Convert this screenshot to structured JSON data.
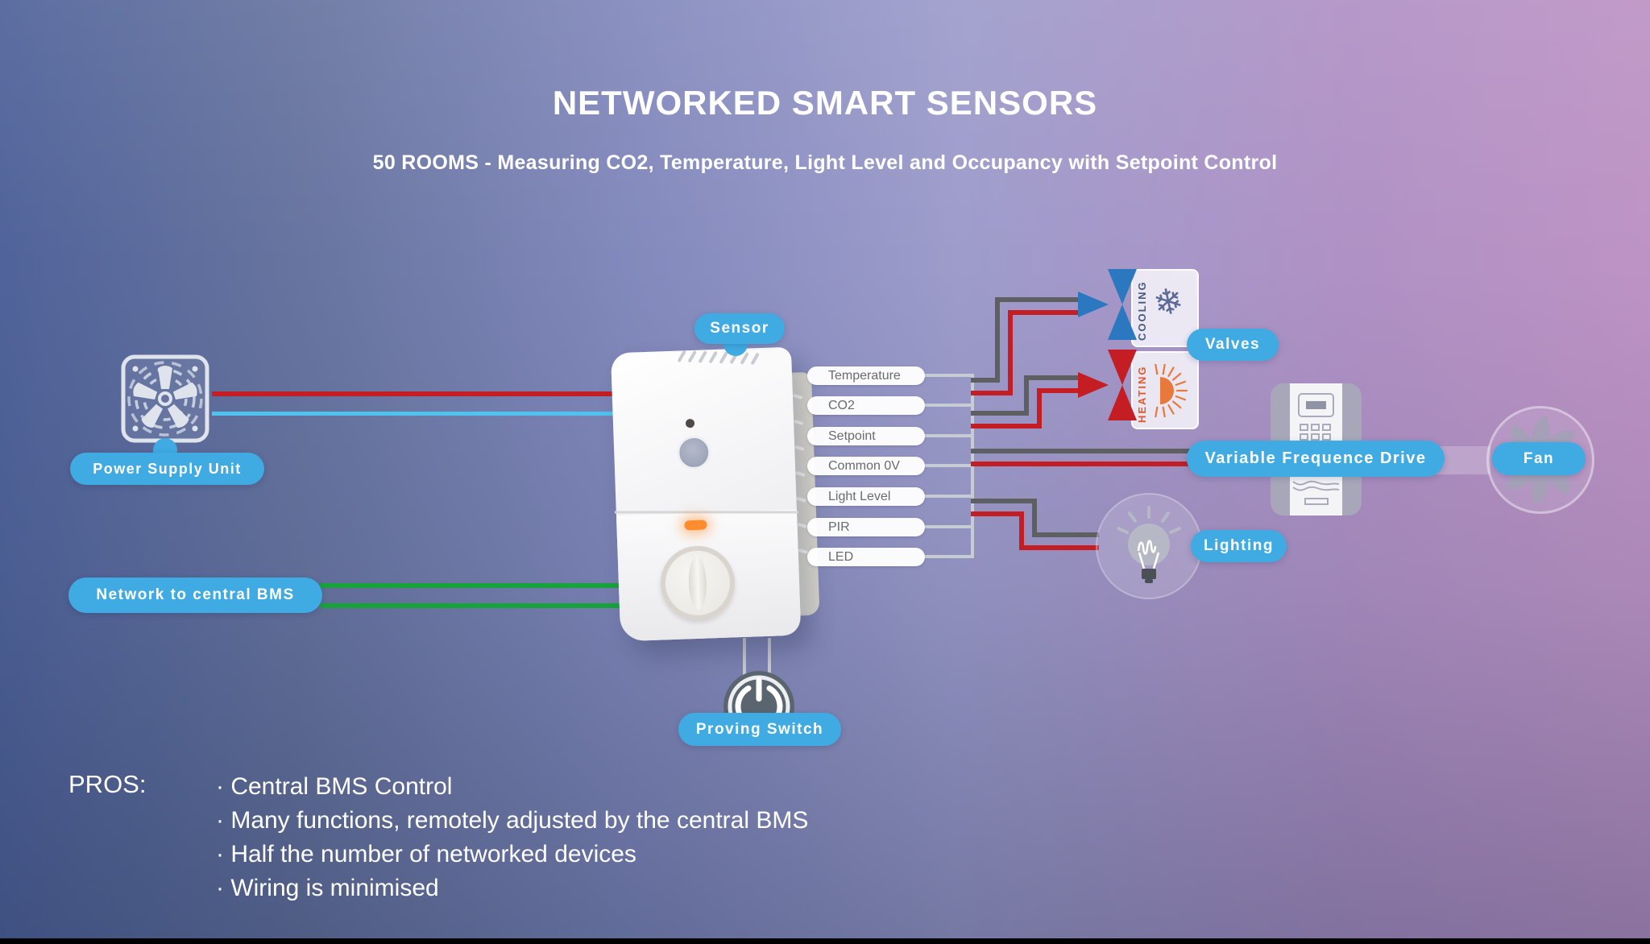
{
  "title": "NETWORKED SMART SENSORS",
  "subtitle": "50 ROOMS - Measuring CO2, Temperature, Light Level and Occupancy with Setpoint Control",
  "labels": {
    "sensor": "Sensor",
    "power_supply": "Power Supply Unit",
    "network": "Network to central BMS",
    "proving_switch": "Proving Switch",
    "valves": "Valves",
    "vfd": "Variable Frequence Drive",
    "fan": "Fan",
    "lighting": "Lighting"
  },
  "sensor_ports": [
    "Temperature",
    "CO2",
    "Setpoint",
    "Common 0V",
    "Light Level",
    "PIR",
    "LED"
  ],
  "valve_units": {
    "cooling": "COOLING",
    "heating": "HEATING"
  },
  "icons": {
    "snowflake_glyph": "❄"
  },
  "pros": {
    "heading": "PROS:",
    "items": [
      "· Central BMS Control",
      "· Many functions, remotely adjusted by the central BMS",
      "· Half the number of networked devices",
      "· Wiring is minimised"
    ]
  },
  "colors": {
    "pill_blue": "#3fabe2",
    "wire_red": "#c41e24",
    "wire_blue": "#4fc3ef",
    "wire_green": "#18a23c",
    "wire_dark": "#5d5f62",
    "wire_light": "#c7ccd4",
    "cooling_blue": "#2b78c0",
    "heating_red": "#c41e24",
    "heating_orange": "#e8793c",
    "cooling_text": "#47597f",
    "snowflake_blue": "#5b6a97",
    "port_text": "#6a6b6e"
  }
}
